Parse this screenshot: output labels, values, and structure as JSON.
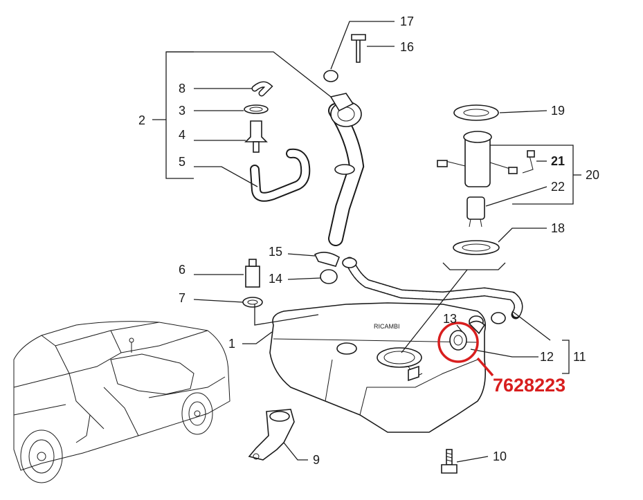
{
  "callouts": {
    "c1": "1",
    "c2": "2",
    "c3": "3",
    "c4": "4",
    "c5": "5",
    "c6": "6",
    "c7": "7",
    "c8": "8",
    "c9": "9",
    "c10": "10",
    "c11": "11",
    "c12": "12",
    "c13": "13",
    "c14": "14",
    "c15": "15",
    "c16": "16",
    "c17": "17",
    "c18": "18",
    "c19": "19",
    "c20": "20",
    "c21": "21",
    "c22": "22"
  },
  "highlight": {
    "part_number": "7628223",
    "color": "#d81e1e"
  },
  "watermark": "RICAMBI"
}
